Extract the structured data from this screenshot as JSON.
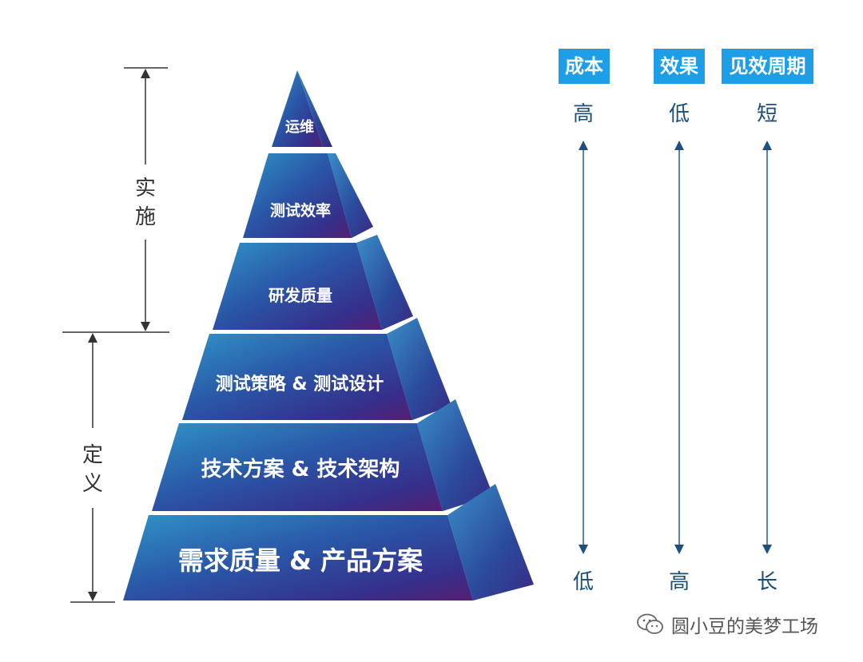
{
  "pyramid": {
    "levels": [
      {
        "label": "运维"
      },
      {
        "label": "测试效率"
      },
      {
        "label": "研发质量"
      },
      {
        "label": "测试策略 & 测试设计"
      },
      {
        "label": "技术方案 & 技术架构"
      },
      {
        "label": "需求质量 & 产品方案"
      }
    ],
    "gradient_colors": [
      "#2e8fc4",
      "#2a4fa0",
      "#3a2b86",
      "#5a1f6e"
    ],
    "side_colors": [
      "#2f7fbd",
      "#2a3f94"
    ]
  },
  "left_axis": {
    "upper_label": "实施",
    "lower_label": "定义",
    "line_color": "#333333"
  },
  "right_axes": [
    {
      "header": "成本",
      "top": "高",
      "bottom": "低"
    },
    {
      "header": "效果",
      "top": "低",
      "bottom": "高"
    },
    {
      "header": "见效周期",
      "top": "短",
      "bottom": "长"
    }
  ],
  "colors": {
    "badge": "#1e9ee6",
    "axis_text": "#1b4f7a",
    "axis_line": "#1f5f8f"
  },
  "watermark": {
    "icon": "wechat-icon",
    "text": "圆小豆的美梦工场"
  }
}
